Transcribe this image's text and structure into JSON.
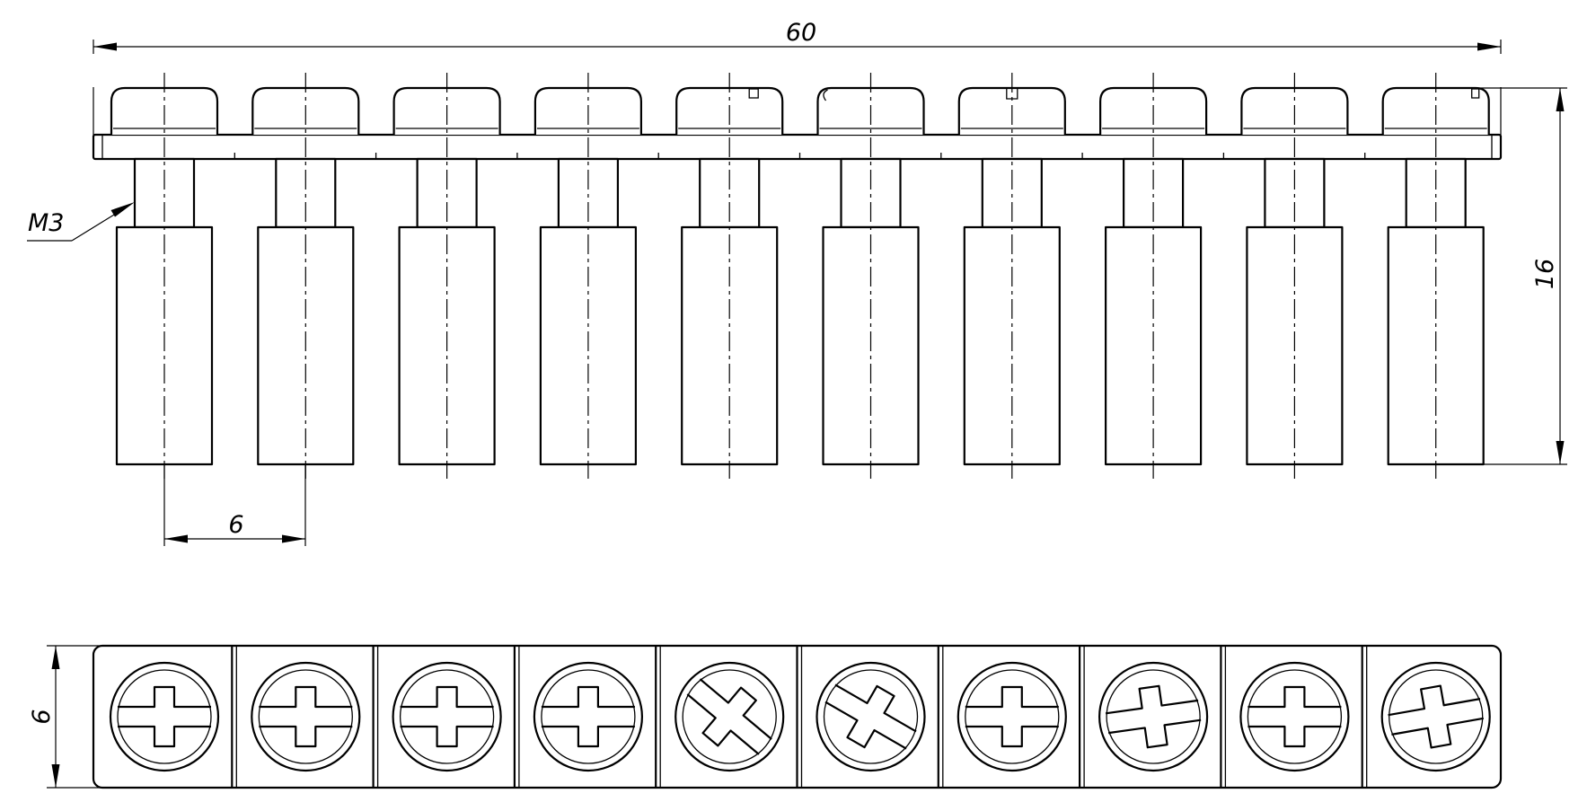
{
  "dimensions": {
    "overall_length": "60",
    "height": "16",
    "pitch": "6",
    "width": "6",
    "thread": "M3"
  },
  "component": {
    "pin_count": 10,
    "screw_slot_angles_deg": [
      0,
      0,
      0,
      0,
      40,
      30,
      0,
      -8,
      0,
      -10
    ]
  }
}
